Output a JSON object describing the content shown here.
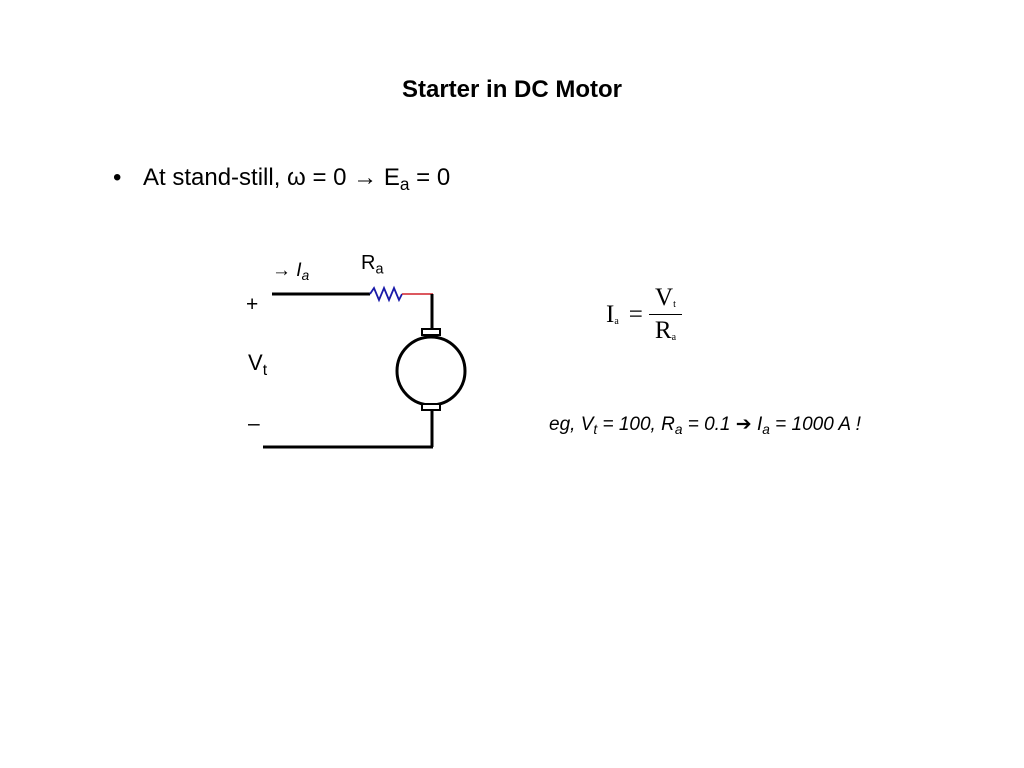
{
  "slide": {
    "title": "Starter in DC Motor"
  },
  "bullet": {
    "marker": "•",
    "prefix": "At stand-still, ",
    "omega": "ω",
    "eq1": " = 0 ",
    "arrow": "→",
    "e_main": " E",
    "e_sub": "a",
    "eq2": " = 0"
  },
  "circuit": {
    "plus": "+",
    "minus": "–",
    "vt_main": "V",
    "vt_sub": "t",
    "ra_main": "R",
    "ra_sub": "a",
    "ia_arrow": "→",
    "ia_main": "I",
    "ia_sub": "a",
    "colors": {
      "wire": "#000000",
      "resistor": "#1a1aa8",
      "lead": "#d0202a"
    }
  },
  "formula": {
    "lhs_main": "I",
    "lhs_sub": "a",
    "equals": "=",
    "num_main": "V",
    "num_sub": "t",
    "den_main": "R",
    "den_sub": "a"
  },
  "example": {
    "p1": "eg, V",
    "p1_sub": "t",
    "p2": " = 100, R",
    "p2_sub": "a",
    "p3": " = 0.1 ",
    "arrow": "➔",
    "p4": " I",
    "p4_sub": "a",
    "p5": " = 1000 A !"
  }
}
